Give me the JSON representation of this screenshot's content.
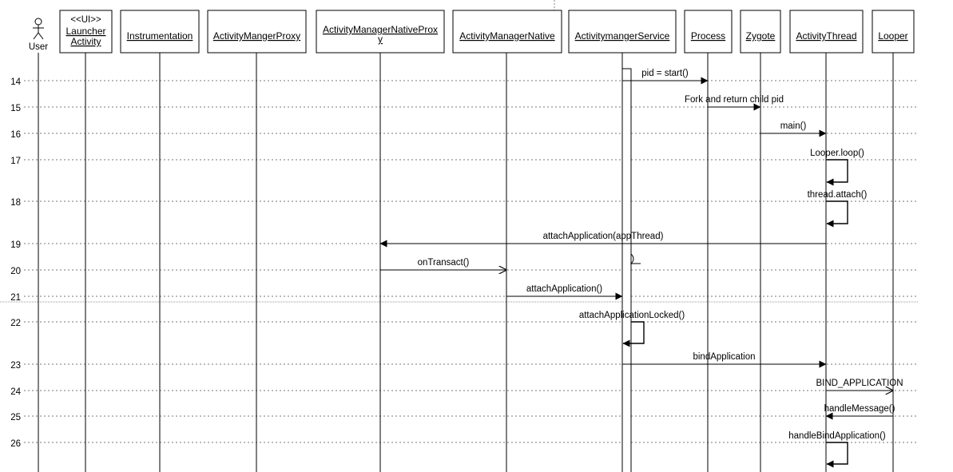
{
  "diagram": {
    "actor": {
      "label": "User"
    },
    "lifelines": [
      {
        "id": "launcher",
        "stereotype": "<<UI>>",
        "lines": [
          "Launcher",
          "Activity"
        ]
      },
      {
        "id": "instrumentation",
        "lines": [
          "Instrumentation"
        ]
      },
      {
        "id": "amp",
        "lines": [
          "ActivityMangerProxy"
        ]
      },
      {
        "id": "amnp",
        "lines": [
          "ActivityManagerNativeProx",
          "y"
        ]
      },
      {
        "id": "amn",
        "lines": [
          "ActivityManagerNative"
        ]
      },
      {
        "id": "ams",
        "lines": [
          "ActivitymangerService"
        ]
      },
      {
        "id": "process",
        "lines": [
          "Process"
        ]
      },
      {
        "id": "zygote",
        "lines": [
          "Zygote"
        ]
      },
      {
        "id": "activitythread",
        "lines": [
          "ActivityThread"
        ]
      },
      {
        "id": "looper",
        "lines": [
          "Looper"
        ]
      }
    ],
    "rows": [
      "14",
      "15",
      "16",
      "17",
      "18",
      "19",
      "20",
      "21",
      "22",
      "23",
      "24",
      "25",
      "26"
    ],
    "messages": [
      {
        "row": "14",
        "from": "ams",
        "to": "process",
        "label": "pid = start()",
        "kind": "sync"
      },
      {
        "row": "15",
        "from": "process",
        "to": "zygote",
        "label": "Fork and return child pid",
        "kind": "sync"
      },
      {
        "row": "16",
        "from": "zygote",
        "to": "activitythread",
        "label": "main()",
        "kind": "sync"
      },
      {
        "row": "17",
        "from": "activitythread",
        "to": "activitythread",
        "label": "Looper.loop()",
        "kind": "self"
      },
      {
        "row": "18",
        "from": "activitythread",
        "to": "activitythread",
        "label": "thread.attach()",
        "kind": "self"
      },
      {
        "row": "19",
        "from": "activitythread",
        "to": "amnp",
        "label": "attachApplication(appThread)",
        "kind": "sync"
      },
      {
        "row": "20",
        "from": "amnp",
        "to": "amn",
        "label": "onTransact()",
        "kind": "async"
      },
      {
        "row": "21",
        "from": "amn",
        "to": "ams",
        "label": "attachApplication()",
        "kind": "sync"
      },
      {
        "row": "22",
        "from": "ams",
        "to": "ams",
        "label": "attachApplicationLocked()",
        "kind": "self"
      },
      {
        "row": "23",
        "from": "ams",
        "to": "activitythread",
        "label": "bindApplication",
        "kind": "sync"
      },
      {
        "row": "24",
        "from": "activitythread",
        "to": "looper",
        "label": "BIND_APPLICATION",
        "kind": "async"
      },
      {
        "row": "25",
        "from": "looper",
        "to": "activitythread",
        "label": "handleMessage()",
        "kind": "sync"
      },
      {
        "row": "26",
        "from": "activitythread",
        "to": "activitythread",
        "label": "handleBindApplication()",
        "kind": "self"
      }
    ]
  }
}
